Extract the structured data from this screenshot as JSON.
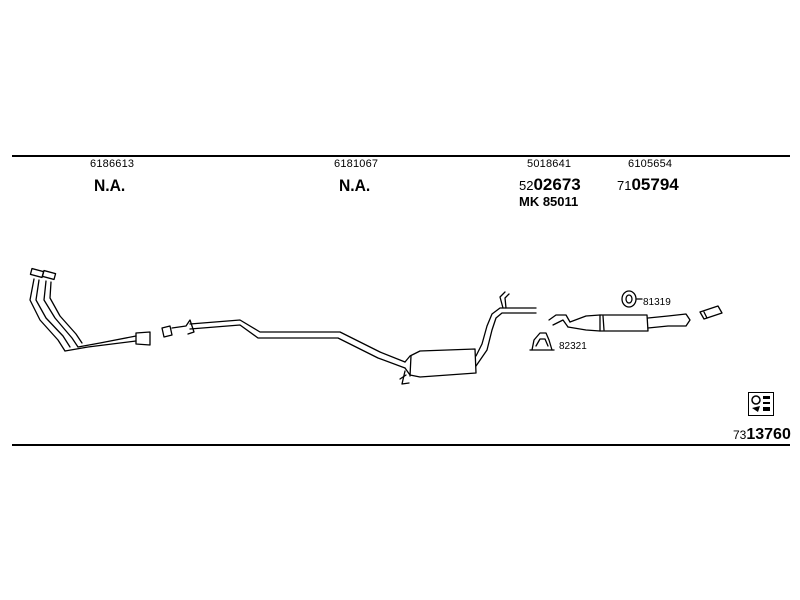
{
  "parts": [
    {
      "number": "6186613",
      "status": "N.A."
    },
    {
      "number": "6181067",
      "status": "N.A."
    },
    {
      "number": "5018641",
      "code_prefix": "52",
      "code_main": "02673",
      "kit": "MK  85011"
    },
    {
      "number": "6105654",
      "code_prefix": "71",
      "code_main": "05794"
    }
  ],
  "callouts": {
    "bracket": "82321",
    "hanger": "81319"
  },
  "document": {
    "prefix": "73",
    "main": "13760"
  }
}
